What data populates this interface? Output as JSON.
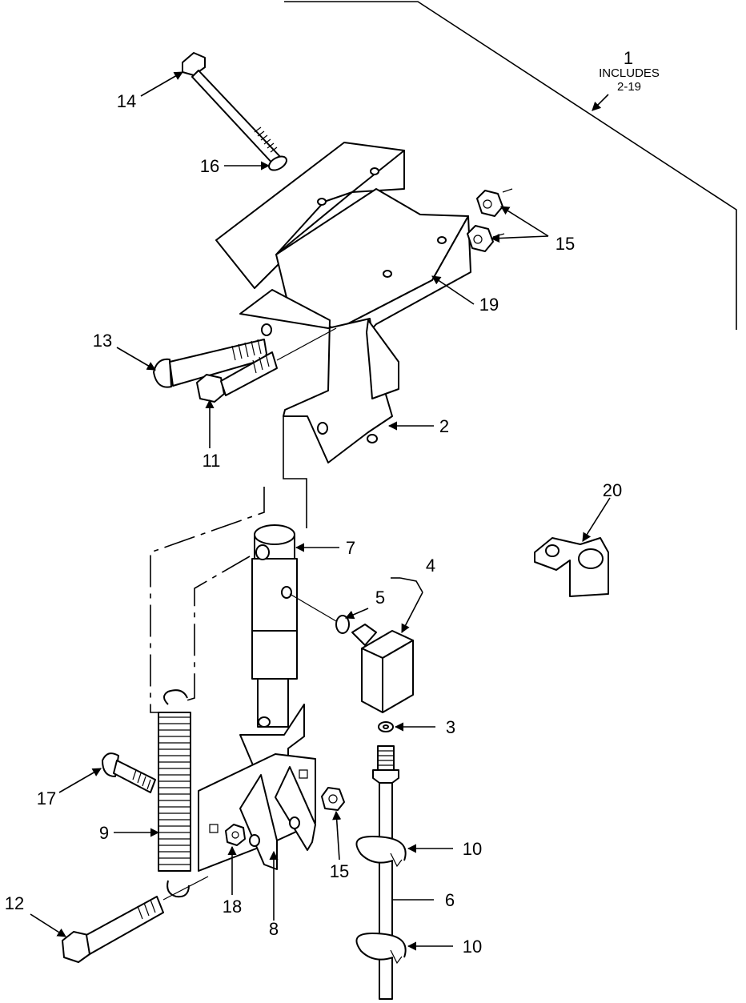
{
  "callouts": {
    "assembly": {
      "number": "1",
      "includes": "INCLUDES",
      "range": "2-19"
    },
    "p2": "2",
    "p3": "3",
    "p4": "4",
    "p5": "5",
    "p6": "6",
    "p7": "7",
    "p8": "8",
    "p9": "9",
    "p10a": "10",
    "p10b": "10",
    "p11": "11",
    "p12": "12",
    "p13": "13",
    "p14": "14",
    "p15a": "15",
    "p15b": "15",
    "p16": "16",
    "p17": "17",
    "p18": "18",
    "p19": "19",
    "p20": "20"
  }
}
